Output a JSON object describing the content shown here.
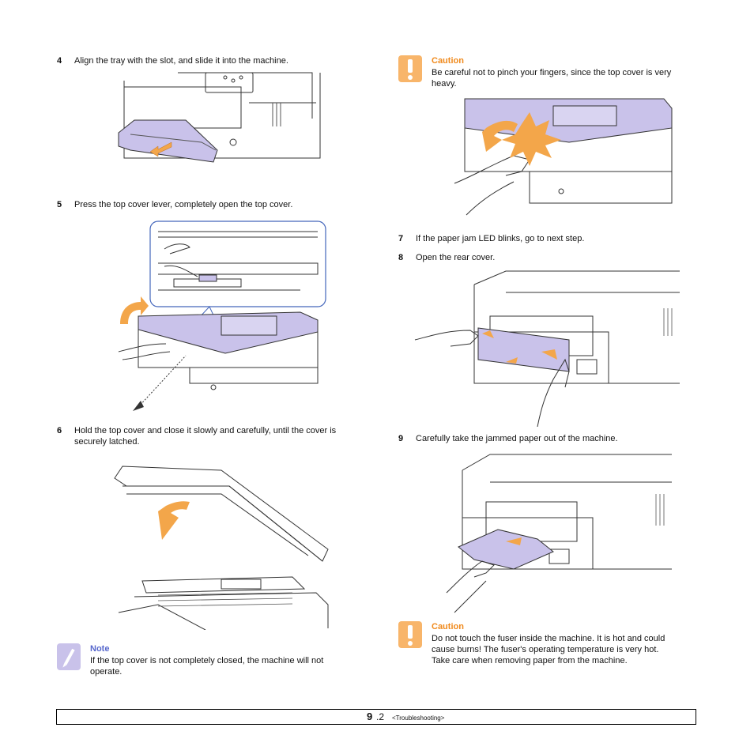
{
  "steps": {
    "s4": {
      "num": "4",
      "text": "Align the tray with the slot, and slide it into the machine."
    },
    "s5": {
      "num": "5",
      "text": "Press the top cover lever, completely open the top cover."
    },
    "s6": {
      "num": "6",
      "text_line1": "Hold the top cover and close it slowly and carefully, until the cover is",
      "text_line2": "securely latched."
    },
    "s7": {
      "num": "7",
      "text": "If the paper jam LED blinks, go to next step."
    },
    "s8": {
      "num": "8",
      "text": "Open the rear cover."
    },
    "s9": {
      "num": "9",
      "text": "Carefully take the jammed paper out of the machine."
    }
  },
  "note": {
    "title": "Note",
    "line1": "If the top cover is not completely closed, the machine will not",
    "line2": "operate."
  },
  "caution1": {
    "title": "Caution",
    "line1": "Be careful not to pinch your fingers, since the top cover is very",
    "line2": "heavy."
  },
  "caution2": {
    "title": "Caution",
    "line1": "Do not touch the fuser inside the machine. It is hot and could",
    "line2": "cause burns! The fuser's operating temperature is very hot.",
    "line3": "Take care when removing paper from the machine."
  },
  "footer": {
    "chapter": "9",
    "page": ".2",
    "section": "<Troubleshooting>"
  },
  "colors": {
    "highlight": "#c9c2ea",
    "arrow": "#f3a64a",
    "caution_icon": "#f8b56a",
    "caution_title": "#f08a1d",
    "note_title": "#5566cc"
  }
}
